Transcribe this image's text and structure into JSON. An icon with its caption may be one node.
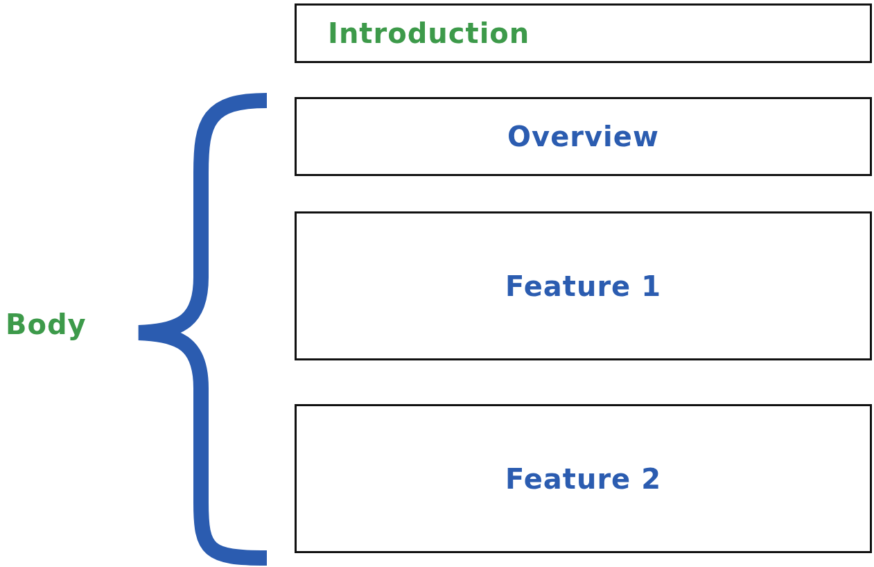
{
  "diagram": {
    "nodes": [
      {
        "text": [
          "Introduction"
        ]
      },
      {
        "text": [
          "Overview"
        ]
      },
      {
        "text": [
          "Feature 1"
        ]
      },
      {
        "text": [
          "Feature 2"
        ]
      }
    ],
    "labels": [
      "Body"
    ]
  }
}
